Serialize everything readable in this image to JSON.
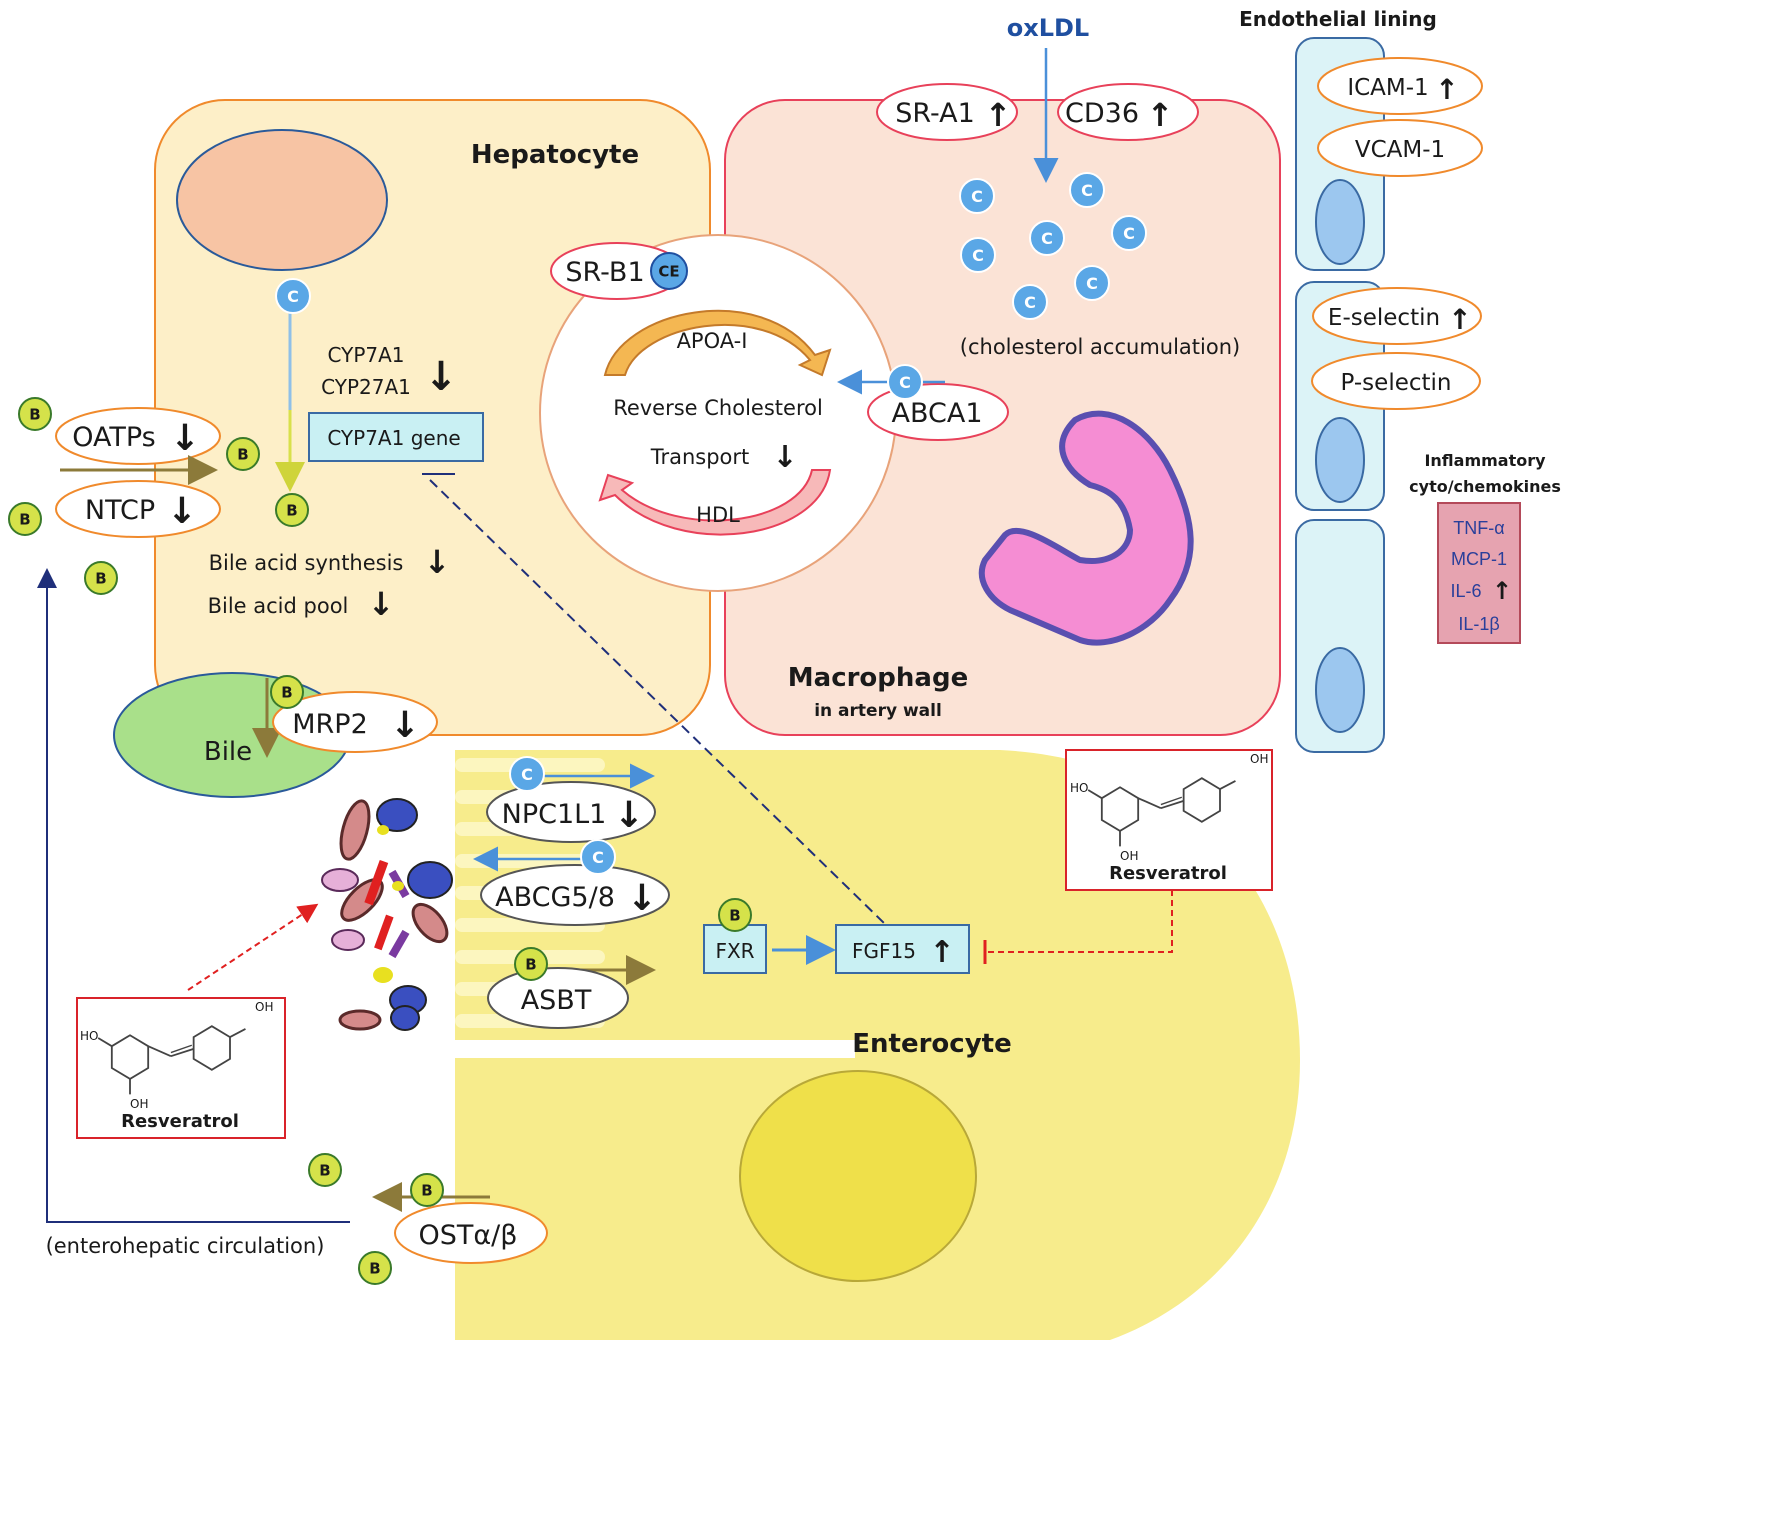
{
  "top": {
    "oxldl": "oxLDL",
    "endothelial": "Endothelial   lining"
  },
  "cells": {
    "hepatocyte": "Hepatocyte",
    "macrophage": "Macrophage",
    "macrophage_sub": "in artery wall",
    "enterocyte": "Enterocyte",
    "bile": "Bile"
  },
  "receptors": {
    "sr_a1": "SR-A1",
    "cd36": "CD36",
    "sr_b1": "SR-B1",
    "abca1": "ABCA1",
    "oatps": "OATPs",
    "ntcp": "NTCP",
    "mrp2": "MRP2",
    "npc1l1": "NPC1L1",
    "abcg58": "ABCG5/8",
    "asbt": "ASBT",
    "ost": "OSTα/β",
    "icam": "ICAM-1",
    "vcam": "VCAM-1",
    "eselectin": "E-selectin",
    "pselectin": "P-selectin"
  },
  "hepatocyte_text": {
    "cyp7a1": "CYP7A1",
    "cyp27a1": "CYP27A1",
    "gene": "CYP7A1  gene",
    "bile_synthesis": "Bile acid synthesis",
    "bile_pool": "Bile acid pool"
  },
  "rct": {
    "apoa": "APOA-I",
    "line1": "Reverse Cholesterol",
    "line2": "Transport",
    "hdl": "HDL"
  },
  "macrophage_text": {
    "accumulation": "(cholesterol accumulation)"
  },
  "enterocyte_text": {
    "fxr": "FXR",
    "fgf15": "FGF15"
  },
  "circulation": "(enterohepatic circulation)",
  "inflammation": {
    "title1": "Inflammatory",
    "title2": "cyto/chemokines",
    "items": [
      "TNF-α",
      "MCP-1",
      "IL-6",
      "IL-1β"
    ]
  },
  "resveratrol": {
    "name": "Resveratrol",
    "oh": "OH",
    "ho": "HO"
  },
  "molecules": {
    "c": "C",
    "b": "B",
    "ce": "CE"
  },
  "colors": {
    "hepatocyte_fill": "#fdefc8",
    "hepatocyte_stroke": "#f08a2c",
    "macrophage_fill": "#fbe3d6",
    "macrophage_stroke": "#e8415a",
    "enterocyte_fill": "#f7ec8c",
    "endothelial_fill": "#dcf3f7",
    "endothelial_stroke": "#3a6aa3",
    "cholesterol_blue": "#5aa7e6",
    "bile_acid_yellow": "#d5e24a",
    "gene_box": "#c9f0f3",
    "inflam_box": "#e6a3b0"
  }
}
